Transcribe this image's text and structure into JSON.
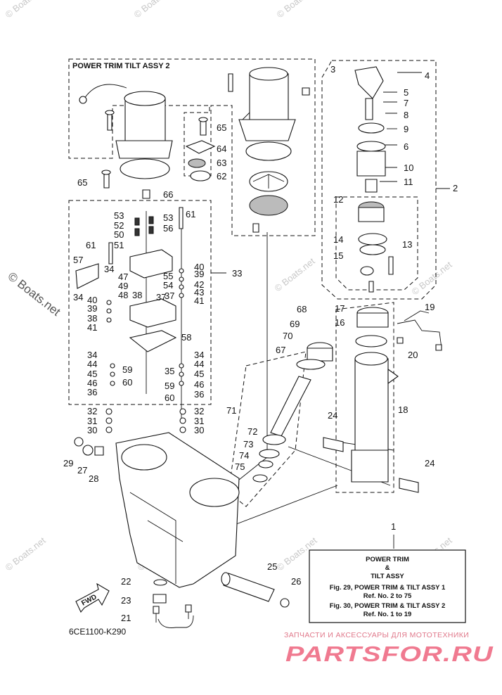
{
  "diagram_code": "6CE1100-K290",
  "assembly2_title": "POWER TRIM TILT ASSY 2",
  "watermarks": [
    "© Boats.net",
    "© Boats.net",
    "© Boats.net",
    "© Boats.net",
    "© Boats.net",
    "© Boats.net",
    "© Boats.net",
    "© Boats.net",
    "© Boats.net"
  ],
  "side_watermark": "© Boats.net",
  "fwd_label": "FWD",
  "info_box": {
    "line1": "POWER TRIM",
    "line2": "&",
    "line3": "TILT ASSY",
    "line4": "Fig. 29, POWER TRIM & TILT ASSY 1",
    "line5": "Ref. No. 2 to 75",
    "line6": "Fig. 30, POWER TRIM & TILT ASSY 2",
    "line7": "Ref. No. 1 to 19"
  },
  "brand": {
    "tagline": "ЗАПЧАСТИ И АКСЕССУАРЫ ДЛЯ МОТОТЕХНИКИ",
    "name": "PARTSFOR.RU"
  },
  "callouts": [
    "1",
    "2",
    "3",
    "4",
    "5",
    "7",
    "8",
    "9",
    "6",
    "10",
    "11",
    "12",
    "13",
    "14",
    "15",
    "16",
    "17",
    "18",
    "19",
    "20",
    "21",
    "22",
    "23",
    "24",
    "24",
    "25",
    "26",
    "27",
    "28",
    "29",
    "30",
    "30",
    "31",
    "31",
    "32",
    "32",
    "33",
    "34",
    "34",
    "34",
    "34",
    "35",
    "36",
    "36",
    "37",
    "37",
    "38",
    "38",
    "39",
    "39",
    "40",
    "40",
    "41",
    "41",
    "42",
    "43",
    "44",
    "44",
    "45",
    "45",
    "46",
    "46",
    "47",
    "48",
    "49",
    "50",
    "51",
    "52",
    "53",
    "53",
    "54",
    "55",
    "56",
    "57",
    "58",
    "59",
    "59",
    "60",
    "60",
    "61",
    "61",
    "62",
    "63",
    "64",
    "65",
    "65",
    "66",
    "67",
    "68",
    "69",
    "70",
    "71",
    "72",
    "73",
    "74",
    "75"
  ]
}
